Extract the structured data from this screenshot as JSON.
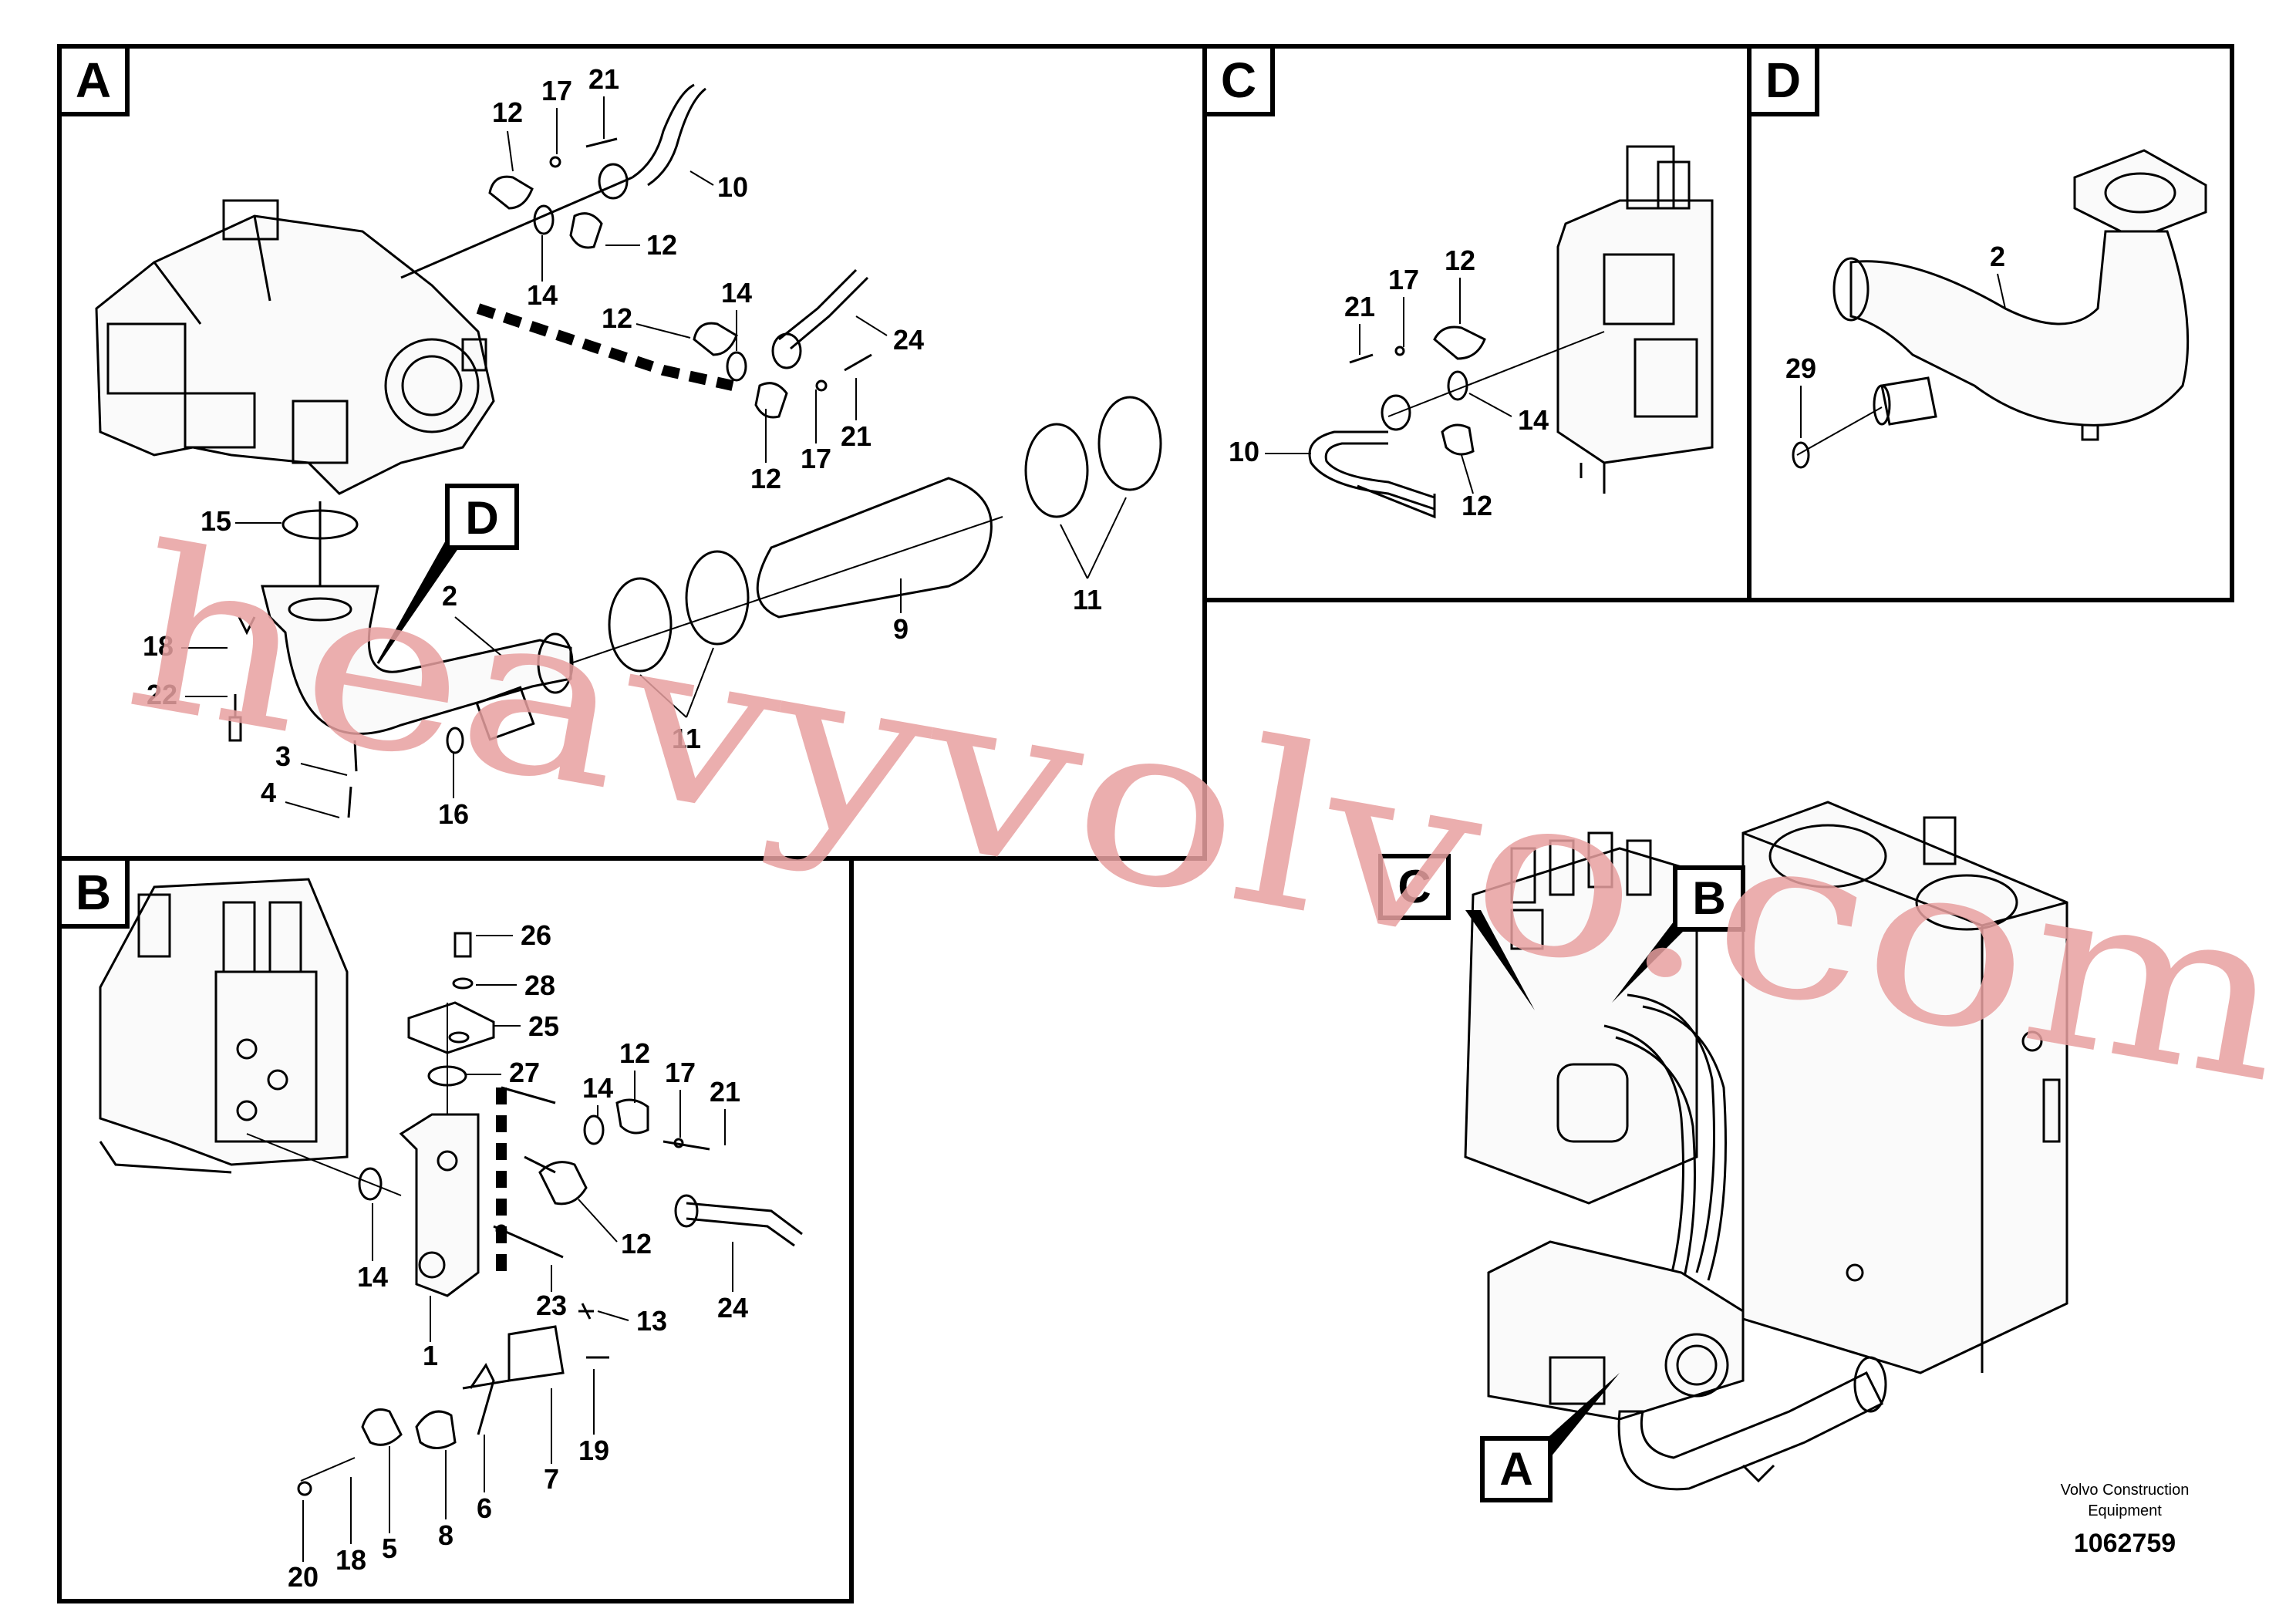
{
  "panels": {
    "A": "A",
    "B": "B",
    "C": "C",
    "D": "D"
  },
  "overview_callouts": {
    "A": "A",
    "B": "B",
    "C": "C"
  },
  "panel_a_labels": [
    "12",
    "17",
    "21",
    "10",
    "14",
    "12",
    "14",
    "12",
    "24",
    "21",
    "17",
    "12",
    "15",
    "2",
    "9",
    "11",
    "18",
    "22",
    "3",
    "4",
    "16",
    "11"
  ],
  "panel_a_d_callout": "D",
  "panel_b_labels": [
    "26",
    "28",
    "25",
    "27",
    "12",
    "14",
    "17",
    "21",
    "14",
    "12",
    "23",
    "24",
    "1",
    "13",
    "19",
    "7",
    "6",
    "8",
    "5",
    "18",
    "20"
  ],
  "panel_c_labels": [
    "21",
    "17",
    "12",
    "10",
    "14",
    "12"
  ],
  "panel_d_labels": [
    "2",
    "29"
  ],
  "credit": {
    "line1": "Volvo Construction",
    "line2": "Equipment",
    "number": "1062759"
  },
  "watermark": "heavyvolvo.com",
  "colors": {
    "line": "#000000",
    "watermark": "#e8a0a0"
  }
}
